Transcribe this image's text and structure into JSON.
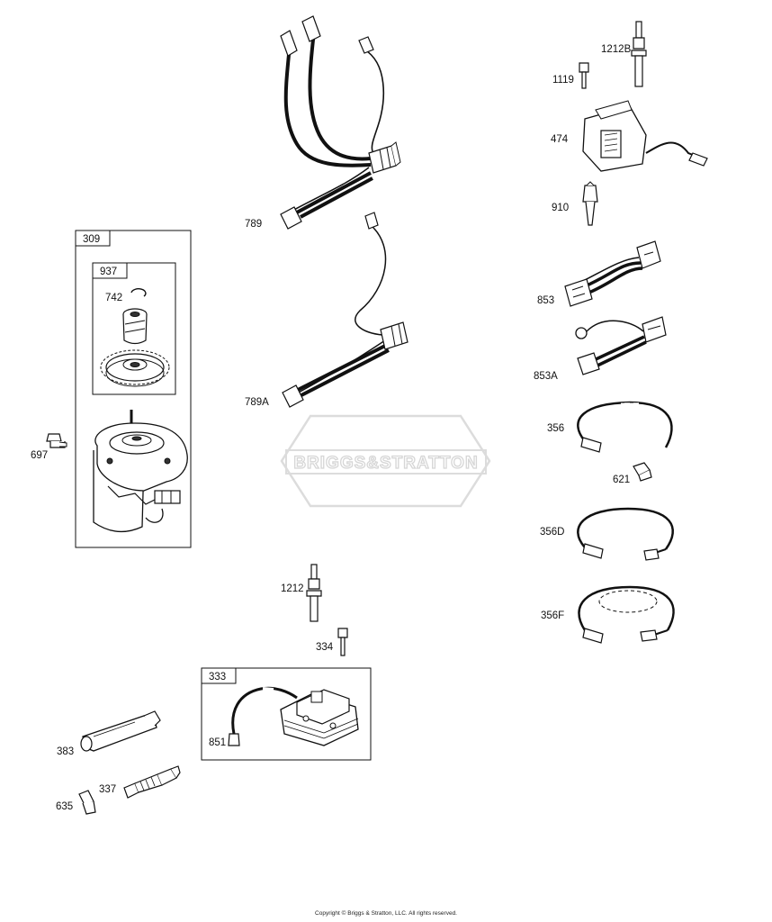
{
  "watermark": "BRIGGS&STRATTON",
  "copyright": "Copyright © Briggs & Stratton, LLC. All rights reserved.",
  "boxes": {
    "box_309": "309",
    "box_937": "937",
    "box_333": "333"
  },
  "labels": {
    "p789": "789",
    "p789A": "789A",
    "p742": "742",
    "p697": "697",
    "p1212B": "1212B",
    "p1119": "1119",
    "p474": "474",
    "p910": "910",
    "p853": "853",
    "p853A": "853A",
    "p356": "356",
    "p621": "621",
    "p356D": "356D",
    "p356F": "356F",
    "p1212": "1212",
    "p334": "334",
    "p851": "851",
    "p383": "383",
    "p337": "337",
    "p635": "635"
  }
}
